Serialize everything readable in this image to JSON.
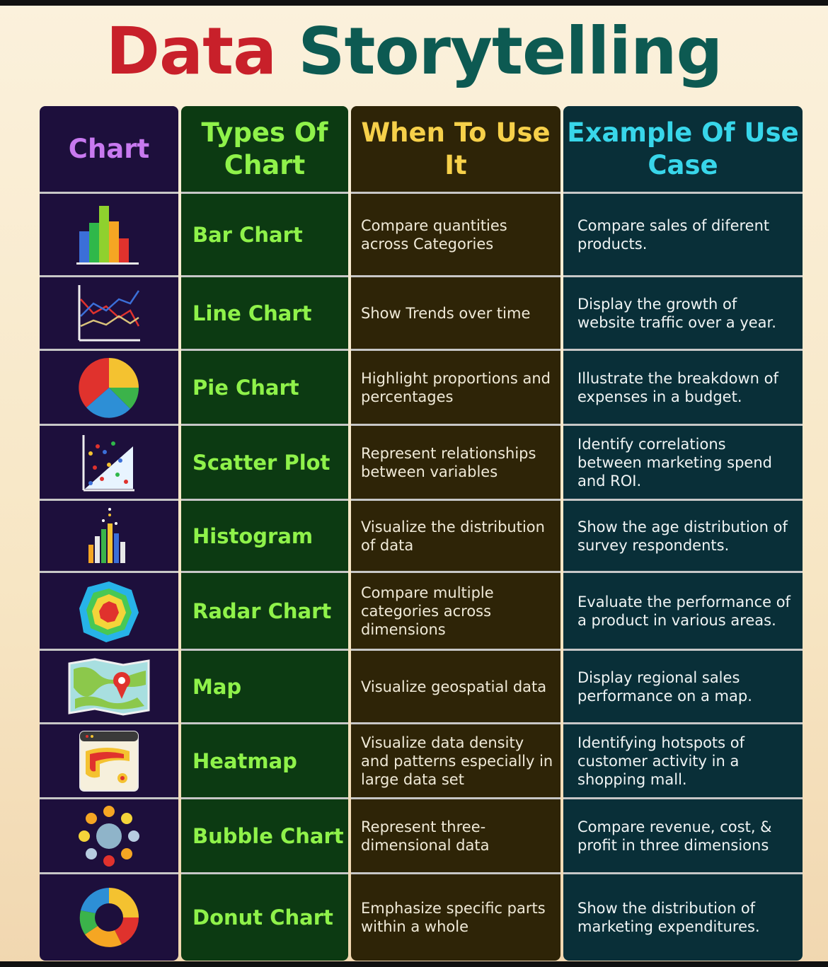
{
  "title": {
    "part1": "Data",
    "part2": "Storytelling"
  },
  "columns": {
    "chart": "Chart",
    "types": "Types Of Chart",
    "when": "When To Use It",
    "example": "Example Of Use Case"
  },
  "rows": [
    {
      "icon": "bar-chart-icon",
      "type": "Bar Chart",
      "when": "Compare quantities across Categories",
      "example": "Compare sales of diferent products."
    },
    {
      "icon": "line-chart-icon",
      "type": "Line Chart",
      "when": "Show Trends over time",
      "example": "Display the growth of website traffic over a year."
    },
    {
      "icon": "pie-chart-icon",
      "type": "Pie Chart",
      "when": "Highlight proportions and percentages",
      "example": "Illustrate the breakdown of expenses in a budget."
    },
    {
      "icon": "scatter-plot-icon",
      "type": "Scatter Plot",
      "when": "Represent relationships between variables",
      "example": "Identify correlations between marketing spend and ROI."
    },
    {
      "icon": "histogram-icon",
      "type": "Histogram",
      "when": "Visualize the distribution of data",
      "example": "Show the age distribution of survey respondents."
    },
    {
      "icon": "radar-chart-icon",
      "type": "Radar Chart",
      "when": "Compare multiple categories across dimensions",
      "example": "Evaluate the performance of a product in various areas."
    },
    {
      "icon": "map-icon",
      "type": "Map",
      "when": "Visualize geospatial data",
      "example": "Display regional sales performance on a map."
    },
    {
      "icon": "heatmap-icon",
      "type": "Heatmap",
      "when": "Visualize data density and patterns especially in large data set",
      "example": "Identifying hotspots of customer activity in a shopping mall."
    },
    {
      "icon": "bubble-chart-icon",
      "type": "Bubble Chart",
      "when": "Represent three-dimensional data",
      "example": "Compare revenue, cost, & profit in three dimensions"
    },
    {
      "icon": "donut-chart-icon",
      "type": "Donut Chart",
      "when": "Emphasize specific parts within a whole",
      "example": "Show the distribution of marketing expenditures."
    }
  ],
  "colors": {
    "title_red": "#c8202a",
    "title_teal": "#0d5a52",
    "chart_header": "#c879f0",
    "types_header": "#8ff24a",
    "when_header": "#f6d04a",
    "example_header": "#38d6ea"
  }
}
